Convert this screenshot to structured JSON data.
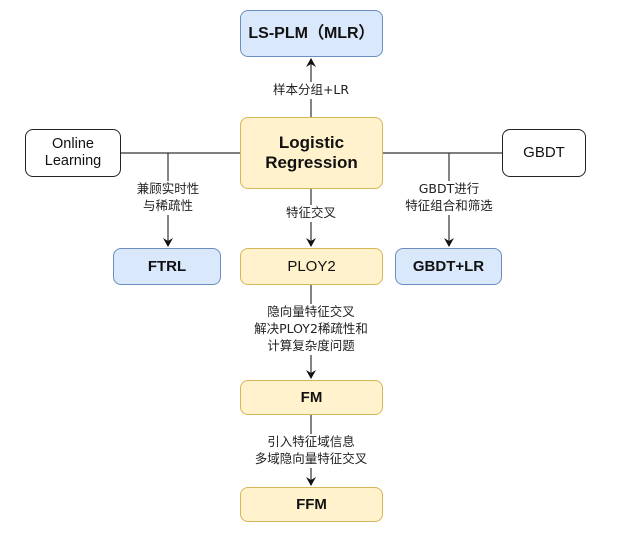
{
  "nodes": {
    "lsplm": "LS-PLM（MLR）",
    "lr": "Logistic\nRegression",
    "online": "Online\nLearning",
    "gbdt": "GBDT",
    "ftrl": "FTRL",
    "ploy2": "PLOY2",
    "gbdtlr": "GBDT+LR",
    "fm": "FM",
    "ffm": "FFM"
  },
  "edge_labels": {
    "lr_to_lsplm": "样本分组+LR",
    "online_to_ftrl": "兼顾实时性\n与稀疏性",
    "lr_to_ploy2": "特征交叉",
    "gbdt_to_gbdtlr": "GBDT进行\n特征组合和筛选",
    "ploy2_to_fm": "隐向量特征交叉\n解决PLOY2稀疏性和\n计算复杂度问题",
    "fm_to_ffm": "引入特征域信息\n多域隐向量特征交叉"
  },
  "colors": {
    "yellow_fill": "#fff2cc",
    "yellow_stroke": "#d6b656",
    "blue_fill": "#dae8fc",
    "blue_stroke": "#6c8ebf",
    "line": "#222222"
  }
}
